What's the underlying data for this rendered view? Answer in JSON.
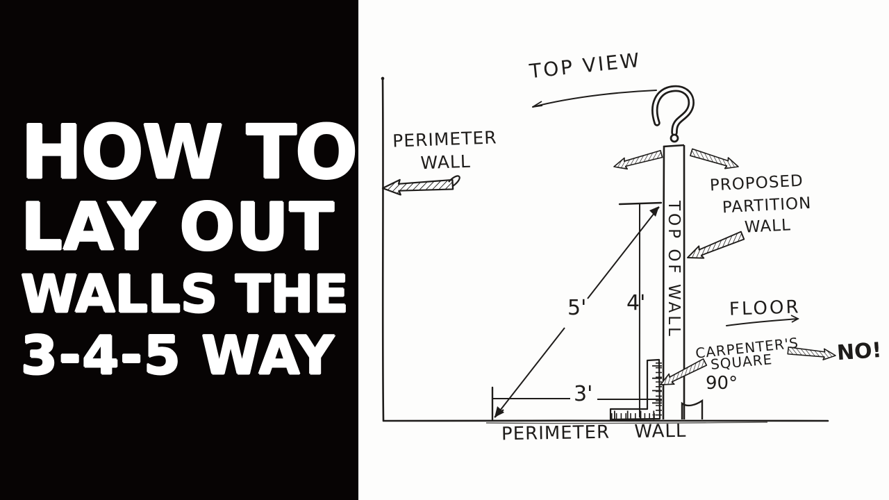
{
  "title_panel": {
    "lines": [
      "HOW TO",
      "LAY OUT",
      "WALLS THE",
      "3-4-5 WAY"
    ],
    "bg_color": "#070404",
    "text_color": "#ffffff"
  },
  "diagram": {
    "labels": {
      "top_view": "TOP VIEW",
      "perimeter_wall_top_line1": "PERIMETER",
      "perimeter_wall_top_line2": "WALL",
      "proposed_line1": "PROPOSED",
      "proposed_line2": "PARTITION",
      "proposed_line3": "WALL",
      "floor": "FLOOR",
      "carpenters_line1": "CARPENTER'S",
      "carpenters_line2": "SQUARE",
      "angle": "90°",
      "no": "NO!",
      "top_of_wall": "TOP OF WALL",
      "perimeter_wall_bottom": "PERIMETER WALL",
      "dim_hypotenuse": "5'",
      "dim_vertical": "4'",
      "dim_horizontal": "3'"
    },
    "colors": {
      "ink": "#1e1c1a",
      "paper_bg": "#fdfdfc"
    }
  }
}
